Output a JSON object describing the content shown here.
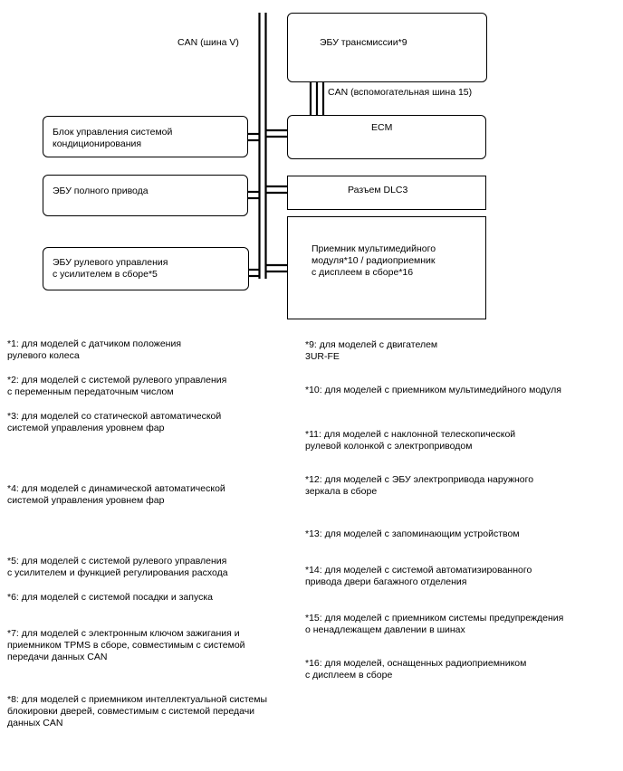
{
  "wire_labels": {
    "can_v": "CAN (шина V)",
    "can_sub15": "CAN (вспомогательная шина 15)"
  },
  "boxes": {
    "transmission": "ЭБУ трансмиссии*9",
    "ac": "Блок управления системой\nкондиционирования",
    "ecm": "ECM",
    "awd": "ЭБУ полного привода",
    "dlc3": "Разъем DLC3",
    "power_steering": "ЭБУ рулевого управления\nс усилителем в сборе*5",
    "multimedia": "Приемник мультимедийного\nмодуля*10 / радиоприемник\nс дисплеем в сборе*16"
  },
  "notes_left": [
    "*1: для моделей с датчиком положения\nрулевого колеса",
    "*2: для моделей с системой рулевого управления\nс переменным передаточным числом",
    "*3: для моделей со статической автоматической\nсистемой управления уровнем фар",
    "*4: для моделей с динамической автоматической\nсистемой управления уровнем фар",
    "*5: для моделей с системой рулевого управления\nс усилителем и функцией регулирования расхода",
    "*6: для моделей с системой посадки и запуска",
    "*7: для моделей с электронным ключом зажигания и\nприемником TPMS в сборе, совместимым с системой\nпередачи данных CAN",
    "*8: для моделей с приемником интеллектуальной системы\nблокировки дверей, совместимым с системой передачи\nданных CAN"
  ],
  "notes_right": [
    "*9: для моделей с двигателем\n3UR-FE",
    "*10: для моделей с приемником мультимедийного модуля",
    "*11: для моделей с наклонной телескопической\nрулевой колонкой с электроприводом",
    "*12: для моделей с ЭБУ электропривода наружного\nзеркала в сборе",
    "*13: для моделей с запоминающим устройством",
    "*14: для моделей с системой автоматизированного\nпривода двери багажного отделения",
    "*15: для моделей с приемником системы предупреждения\nо ненадлежащем давлении в шинах",
    "*16: для моделей, оснащенных радиоприемником\nс дисплеем в сборе"
  ]
}
